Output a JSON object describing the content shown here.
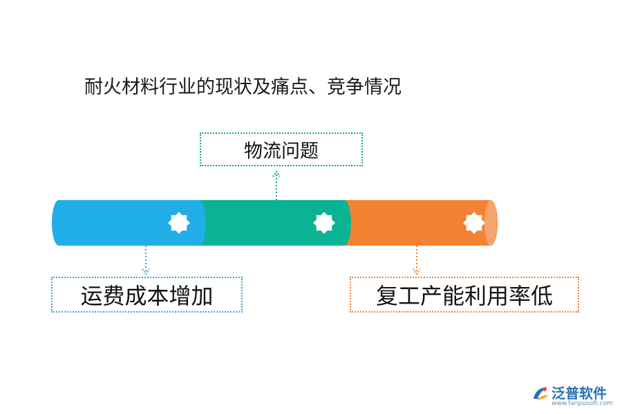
{
  "title": "耐火材料行业的现状及痛点、竞争情况",
  "segments": [
    {
      "id": "left",
      "color": "#21aee6",
      "icon": "starburst-icon"
    },
    {
      "id": "middle",
      "color": "#0ab394",
      "icon": "starburst-icon"
    },
    {
      "id": "right",
      "color": "#f58233",
      "icon": "starburst-icon"
    }
  ],
  "callouts": {
    "top": {
      "label": "物流问题",
      "color": "#13a08a"
    },
    "left": {
      "label": "运费成本增加",
      "color": "#2aa6d8"
    },
    "right": {
      "label": "复工产能利用率低",
      "color": "#f07f2d"
    }
  },
  "logo": {
    "name": "泛普软件",
    "url": "www.fanpusoft.com",
    "icon": "fanpu-logo-icon"
  }
}
